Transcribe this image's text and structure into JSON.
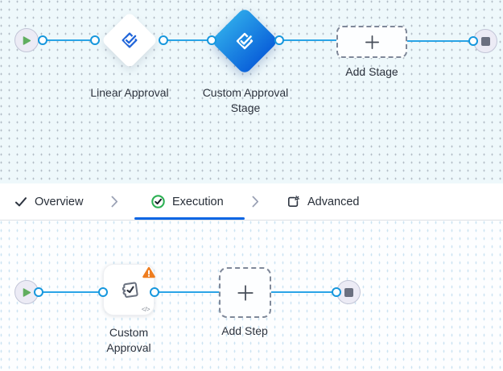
{
  "tab_bar": {
    "tabs": [
      {
        "label": "Overview",
        "icon": "check-icon",
        "state": "completed"
      },
      {
        "label": "Execution",
        "icon": "check-circle-icon",
        "state": "active"
      },
      {
        "label": "Advanced",
        "icon": "box-gear-icon",
        "state": "default"
      }
    ]
  },
  "stage_flow": {
    "stages": [
      {
        "label": "Linear Approval",
        "type": "approval-stage"
      },
      {
        "label": "Custom Approval Stage",
        "type": "approval-stage",
        "selected": true
      },
      {
        "label": "Add Stage",
        "type": "add-button"
      }
    ]
  },
  "step_flow": {
    "steps": [
      {
        "label": "Custom Approval",
        "type": "custom-step",
        "warning": true,
        "code_glyph": "</>"
      },
      {
        "label": "Add Step",
        "type": "add-button"
      }
    ]
  },
  "colors": {
    "edge": "#2aa4e6",
    "port": "#1697dd",
    "accent": "#0c66e4",
    "selected_gradient_start": "#2ba4e9",
    "selected_gradient_end": "#0b62da",
    "warning": "#ee7d1f",
    "success": "#2cb053",
    "play": "#61ae5f",
    "stop": "#6b7080"
  }
}
